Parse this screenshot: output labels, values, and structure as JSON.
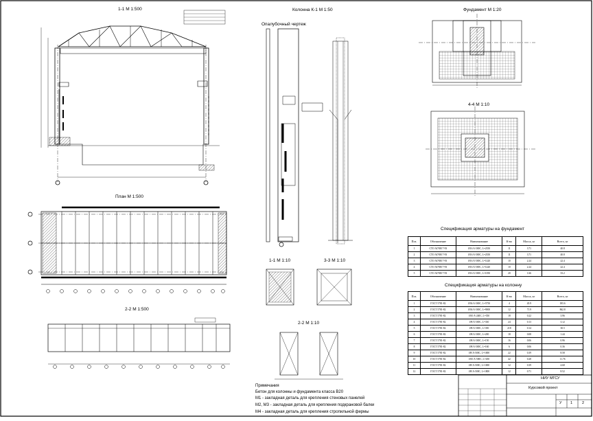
{
  "views": {
    "section_1_1": "1-1 М 1:500",
    "column_title": "Колонна К-1 М 1:50",
    "column_subtitle": "Опалубочный чертеж",
    "foundation_title": "Фундамент М 1:20",
    "plan_title": "План М 1:500",
    "section_4_4": "4-4 М 1:10",
    "section_2_2_plan": "2-2 М 1:500",
    "small_1_1": "1-1 М 1:10",
    "small_3_3": "3-3 М 1:10",
    "small_2_2": "2-2 М 1:10"
  },
  "spec_foundation": {
    "title": "Спецификация арматуры на фундамент",
    "headers": [
      "Поз.",
      "Обозначение",
      "Наименование",
      "К-во",
      "Масса, кг",
      "Всего, кг"
    ],
    "rows": [
      [
        "1",
        "СТО АСЧМ 7-93",
        "Ø16 А-500С, L=2350",
        "11",
        "3.71",
        "40.8"
      ],
      [
        "2",
        "СТО АСЧМ 7-93",
        "Ø16 А-500С, L=2350",
        "11",
        "3.71",
        "40.8"
      ],
      [
        "3",
        "СТО АСЧМ 7-93",
        "Ø16 А-500С, L=1420",
        "10",
        "2.24",
        "22.4"
      ],
      [
        "4",
        "СТО АСЧМ 7-93",
        "Ø16 А-500С, L=1420",
        "10",
        "2.24",
        "22.4"
      ],
      [
        "5",
        "СТО АСЧМ 7-93",
        "Ø16 А-500С, L=1050",
        "20",
        "1.66",
        "33.2"
      ]
    ]
  },
  "spec_column": {
    "title": "Спецификация арматуры на колонну",
    "headers": [
      "Поз.",
      "Обозначение",
      "Наименование",
      "К-во",
      "Масса, кг",
      "Всего, кг"
    ],
    "rows": [
      [
        "1",
        "ГОСТ 5781-82",
        "Ø36 А-500С, L=5750",
        "4",
        "45.9",
        "183.6"
      ],
      [
        "2",
        "ГОСТ 5781-82",
        "Ø36 А-500С, L=9000",
        "12",
        "71.9",
        "862.8"
      ],
      [
        "3",
        "ГОСТ 5781-82",
        "Ø10 А-240С, L=350",
        "18",
        "0.22",
        "3.96"
      ],
      [
        "4",
        "ГОСТ 5781-82",
        "Ø8 А-500С, L=330",
        "24",
        "0.13",
        "3.12"
      ],
      [
        "5",
        "ГОСТ 5781-82",
        "Ø8 А-500С, L=350",
        "218",
        "0.14",
        "30.5"
      ],
      [
        "6",
        "ГОСТ 5781-82",
        "Ø8 А-500С, L=200",
        "18",
        "0.08",
        "1.44"
      ],
      [
        "7",
        "ГОСТ 5781-82",
        "Ø8 А-500С, L=150",
        "16",
        "0.06",
        "0.96"
      ],
      [
        "8",
        "ГОСТ 5781-82",
        "Ø8 А-500С, L=160",
        "6",
        "0.06",
        "0.36"
      ],
      [
        "9",
        "ГОСТ 5781-82",
        "Ø8 А-500С, L=1000",
        "22",
        "0.39",
        "8.58"
      ],
      [
        "10",
        "ГОСТ 5781-82",
        "Ø10 А-500С, L=450",
        "42",
        "0.28",
        "11.76"
      ],
      [
        "11",
        "ГОСТ 5781-82",
        "Ø8 А-500С, L=1000",
        "12",
        "0.39",
        "4.68"
      ],
      [
        "12",
        "ГОСТ 5781-82",
        "Ø8 А-500С, L=1800",
        "12",
        "0.71",
        "8.52"
      ]
    ]
  },
  "notes": {
    "header": "Примечания",
    "lines": [
      "Бетон для колонны и фундамента класса В20",
      "М1 - закладная деталь для крепления стеновых панелей",
      "М2, М3 - закладная деталь для крепления подкрановой балки",
      "М4 - закладная деталь для крепления стропильной фермы"
    ]
  },
  "title_block": {
    "org": "НИУ МГСУ",
    "project": "Курсовой проект",
    "stage": "У",
    "sheet": "1",
    "sheets": "2"
  }
}
